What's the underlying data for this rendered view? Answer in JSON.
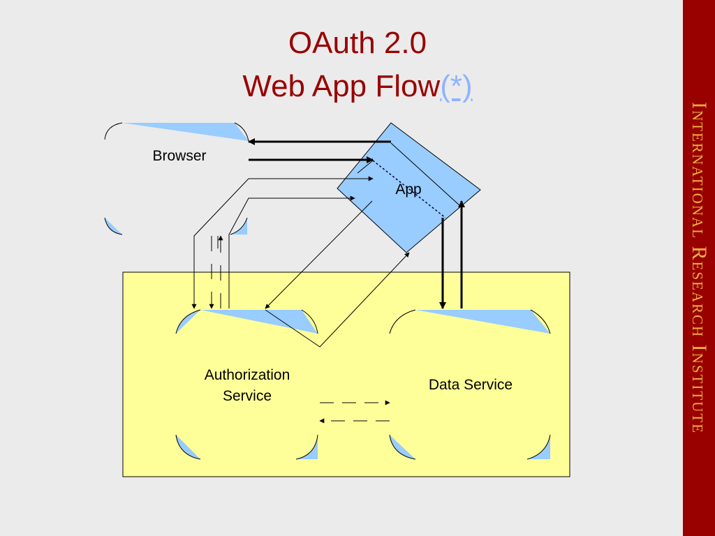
{
  "slide": {
    "title_line1": "OAuth 2.0",
    "title_line2": "Web App Flow",
    "title_link": "(*)",
    "sidebar_text": "International Research Institute"
  },
  "diagram": {
    "browser": "Browser",
    "app": "App",
    "auth_line1": "Authorization",
    "auth_line2": "Service",
    "data_service": "Data Service"
  },
  "colors": {
    "title": "#990000",
    "link": "#8fb4ff",
    "sidebar": "#990000",
    "sidebar_text": "#f0b040",
    "server_box": "#ffff99",
    "shape_fill": "#99ccff"
  }
}
